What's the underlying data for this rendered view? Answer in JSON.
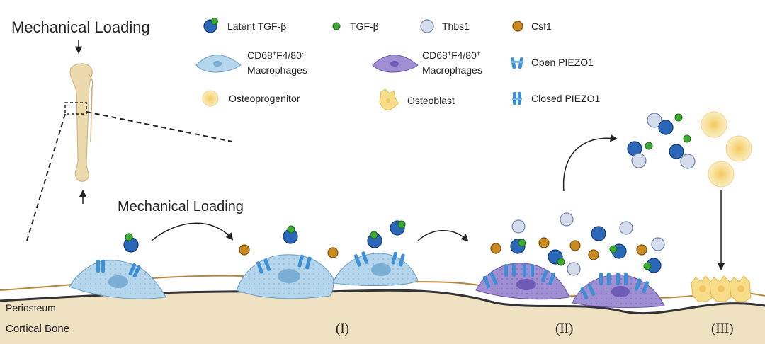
{
  "title": "Mechanical Loading",
  "loading_label": "Mechanical Loading",
  "legend": {
    "latent_tgfb": "Latent TGF-β",
    "tgfb": "TGF-β",
    "thbs1": "Thbs1",
    "csf1": "Csf1",
    "macro_neg_line1": "CD68",
    "macro_neg_sup1": "+",
    "macro_neg_mid": "F4/80",
    "macro_neg_sup2": "-",
    "macro_neg_line2": "Macrophages",
    "macro_pos_line1": "CD68",
    "macro_pos_sup1": "+",
    "macro_pos_mid": "F4/80",
    "macro_pos_sup2": "+",
    "macro_pos_line2": "Macrophages",
    "open_piezo1": "Open PIEZO1",
    "osteoprogenitor": "Osteoprogenitor",
    "osteoblast": "Osteoblast",
    "closed_piezo1": "Closed PIEZO1"
  },
  "layers": {
    "periosteum": "Periosteum",
    "cortical_bone": "Cortical Bone"
  },
  "stages": [
    "(I)",
    "(II)",
    "(III)"
  ],
  "colors": {
    "latent_blue": "#2a67b8",
    "tgfb_green": "#3aaa35",
    "thbs1": "#d4dcee",
    "csf1": "#c98b1f",
    "macro_neg": "#b5d6ec",
    "macro_pos": "#a08fd2",
    "piezo": "#3d8fd6",
    "osteo": "#f7dc8a",
    "bone": "#efe2c2",
    "periosteum_line": "#b5873c"
  }
}
